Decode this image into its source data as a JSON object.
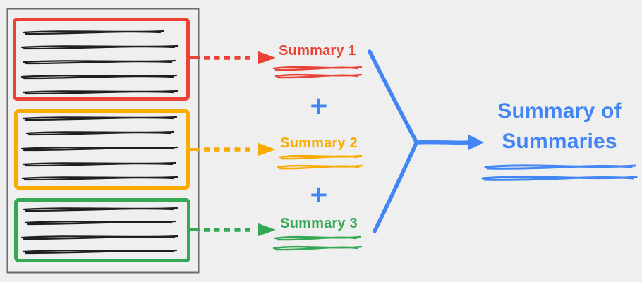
{
  "palette": {
    "background": "#EFEFF0",
    "ink_black": "#1F1F1F",
    "frame_gray": "#6B6B6B",
    "red": "#EA4335",
    "orange": "#F9AB00",
    "green": "#34A853",
    "blue": "#4285F4"
  },
  "source_document": {
    "chunks": [
      {
        "id": "chunk-1",
        "accent": "#EA4335",
        "text_line_count": 5
      },
      {
        "id": "chunk-2",
        "accent": "#F9AB00",
        "text_line_count": 5
      },
      {
        "id": "chunk-3",
        "accent": "#34A853",
        "text_line_count": 4
      }
    ]
  },
  "summaries": [
    {
      "label": "Summary 1",
      "accent": "#EA4335"
    },
    {
      "label": "Summary 2",
      "accent": "#F9AB00"
    },
    {
      "label": "Summary 3",
      "accent": "#34A853"
    }
  ],
  "operators": {
    "plus_top": "+",
    "plus_bottom": "+"
  },
  "result": {
    "label": "Summary of Summaries",
    "accent": "#4285F4"
  }
}
